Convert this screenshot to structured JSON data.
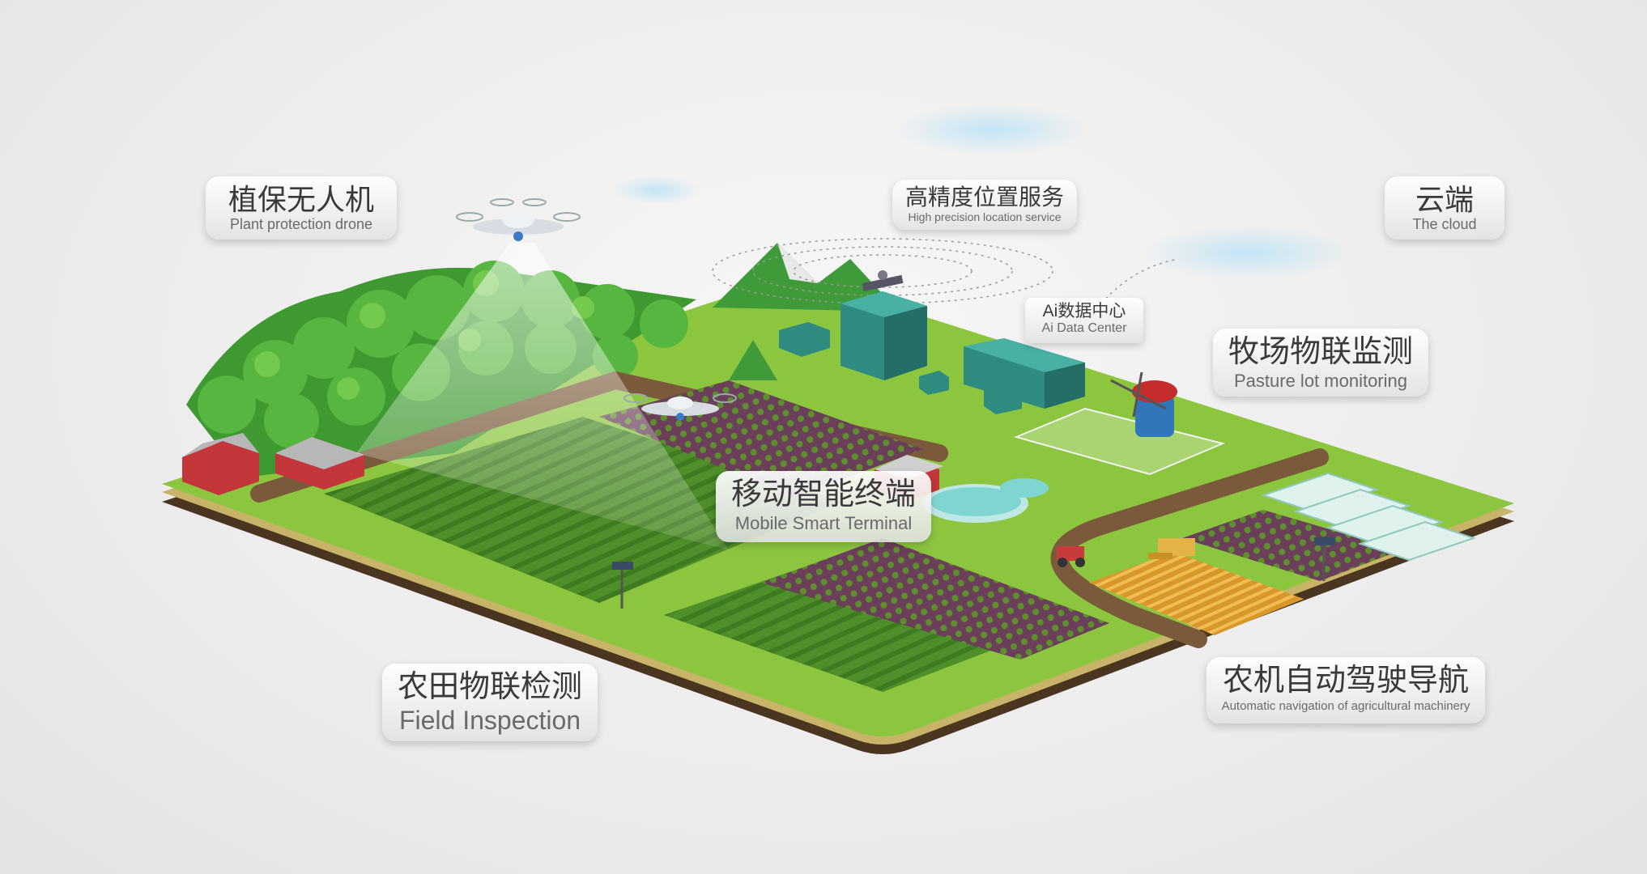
{
  "colors": {
    "grass": "#8cc63f",
    "grass_dark": "#5a9a2c",
    "soil": "#6b4a2e",
    "base_edge": "#4a3520",
    "trees": "#4cae3a",
    "buildings": "#2f8a80",
    "water": "#7fd6d0",
    "wheat": "#e3a63a",
    "label_text": "#3a3a3a"
  },
  "labels": {
    "drone": {
      "zh": "植保无人机",
      "en": "Plant protection drone"
    },
    "location": {
      "zh": "高精度位置服务",
      "en": "High precision location service"
    },
    "cloud": {
      "zh": "云端",
      "en": "The cloud"
    },
    "ai": {
      "zh": "Ai数据中心",
      "en": "Ai Data Center"
    },
    "pasture": {
      "zh": "牧场物联监测",
      "en": "Pasture lot monitoring"
    },
    "terminal": {
      "zh": "移动智能终端",
      "en": "Mobile Smart Terminal"
    },
    "field": {
      "zh": "农田物联检测",
      "en": "Field Inspection"
    },
    "navigation": {
      "zh": "农机自动驾驶导航",
      "en": "Automatic navigation of agricultural machinery"
    }
  },
  "icons": {
    "drone": "quadcopter-drone",
    "satellite": "satellite",
    "windmill": "windmill",
    "tractor": "tractor",
    "harvester": "combine-harvester",
    "greenhouse": "greenhouse",
    "barn": "barn",
    "pond": "pond",
    "solar": "solar-sensor-pole"
  }
}
